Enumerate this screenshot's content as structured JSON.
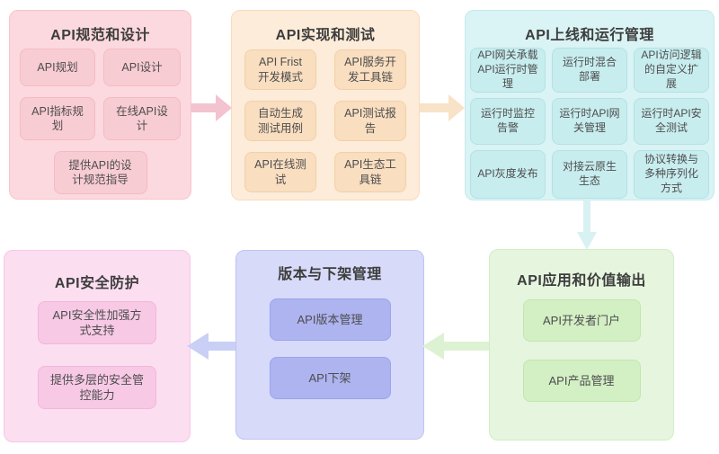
{
  "page": {
    "background": "#ffffff"
  },
  "text_colors": {
    "title": "#3d3d3d",
    "item": "#4d4d4d"
  },
  "groups": [
    {
      "title": "API规范和设计",
      "colors": {
        "bg": "#fbd9de",
        "border": "#f7c5cd",
        "item_bg": "#f8ccd3",
        "item_border": "#f5bac4"
      },
      "items": [
        "API规划",
        "API设计",
        "API指标规划",
        "在线API设计",
        "提供API的设计规范指导"
      ]
    },
    {
      "title": "API实现和测试",
      "colors": {
        "bg": "#fcecd9",
        "border": "#f8dcbb",
        "item_bg": "#f9dec0",
        "item_border": "#f5cfa6"
      },
      "items": [
        "API Frist 开发模式",
        "API服务开发工具链",
        "自动生成测试用例",
        "API测试报告",
        "API在线测试",
        "API生态工具链"
      ]
    },
    {
      "title": "API上线和运行管理",
      "colors": {
        "bg": "#daf3f4",
        "border": "#c4ebee",
        "item_bg": "#c8edef",
        "item_border": "#b2e2e6"
      },
      "items": [
        "API网关承载API运行时管理",
        "运行时混合部署",
        "API访问逻辑的自定义扩展",
        "运行时监控告警",
        "运行时API网关管理",
        "运行时API安全测试",
        "API灰度发布",
        "对接云原生生态",
        "协议转换与多种序列化方式"
      ]
    },
    {
      "title": "API应用和价值输出",
      "colors": {
        "bg": "#e6f5de",
        "border": "#d2eec5",
        "item_bg": "#d3efc4",
        "item_border": "#c2e7ae"
      },
      "items": [
        "API开发者门户",
        "API产品管理"
      ]
    },
    {
      "title": "版本与下架管理",
      "colors": {
        "bg": "#d7daf8",
        "border": "#bfc4f3",
        "item_bg": "#adb4f0",
        "item_border": "#9ba3ec"
      },
      "items": [
        "API版本管理",
        "API下架"
      ]
    },
    {
      "title": "API安全防护",
      "colors": {
        "bg": "#fcdef1",
        "border": "#f8c7e6",
        "item_bg": "#f7c9e5",
        "item_border": "#f3b5da"
      },
      "items": [
        "API安全性加强方式支持",
        "提供多层的安全管控能力"
      ]
    }
  ],
  "arrows": [
    {
      "name": "spec-to-impl",
      "direction": "right",
      "color": "#f4c3d0"
    },
    {
      "name": "impl-to-ops",
      "direction": "right",
      "color": "#f8e2c8"
    },
    {
      "name": "ops-to-value",
      "direction": "down",
      "color": "#d8f1f3"
    },
    {
      "name": "value-to-version",
      "direction": "left",
      "color": "#ddf2d3"
    },
    {
      "name": "version-to-security",
      "direction": "left",
      "color": "#cacff6"
    }
  ]
}
